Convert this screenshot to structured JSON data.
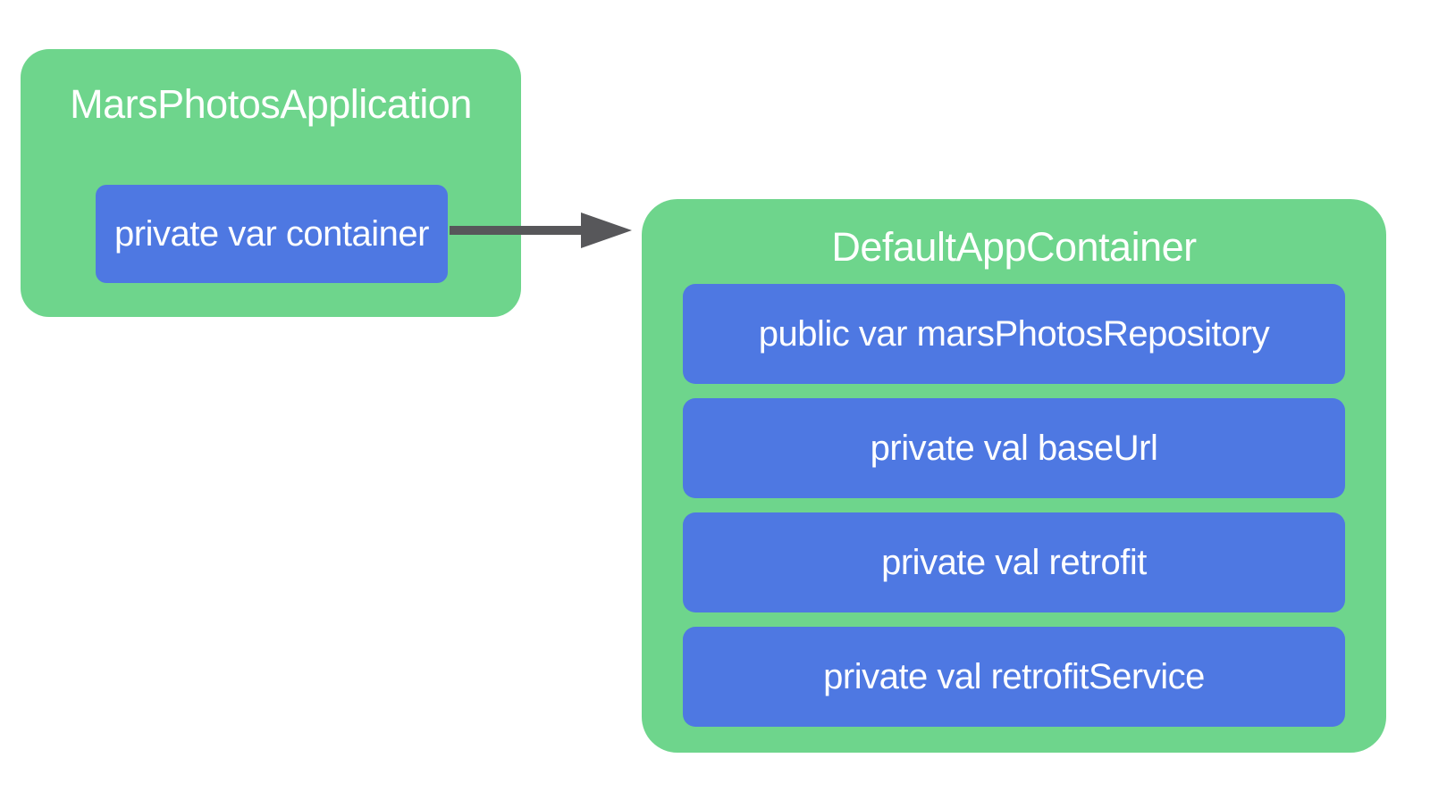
{
  "diagram": {
    "app_box": {
      "title": "MarsPhotosApplication",
      "property": "private var container"
    },
    "arrow": {
      "type": "right-arrow"
    },
    "container_box": {
      "title": "DefaultAppContainer",
      "properties": [
        "public var marsPhotosRepository",
        "private val baseUrl",
        "private val retrofit",
        "private val retrofitService"
      ]
    },
    "colors": {
      "box_green": "#6ED58C",
      "chip_blue": "#4E78E2",
      "arrow_gray": "#57575A",
      "text_white": "#FFFFFF"
    }
  }
}
